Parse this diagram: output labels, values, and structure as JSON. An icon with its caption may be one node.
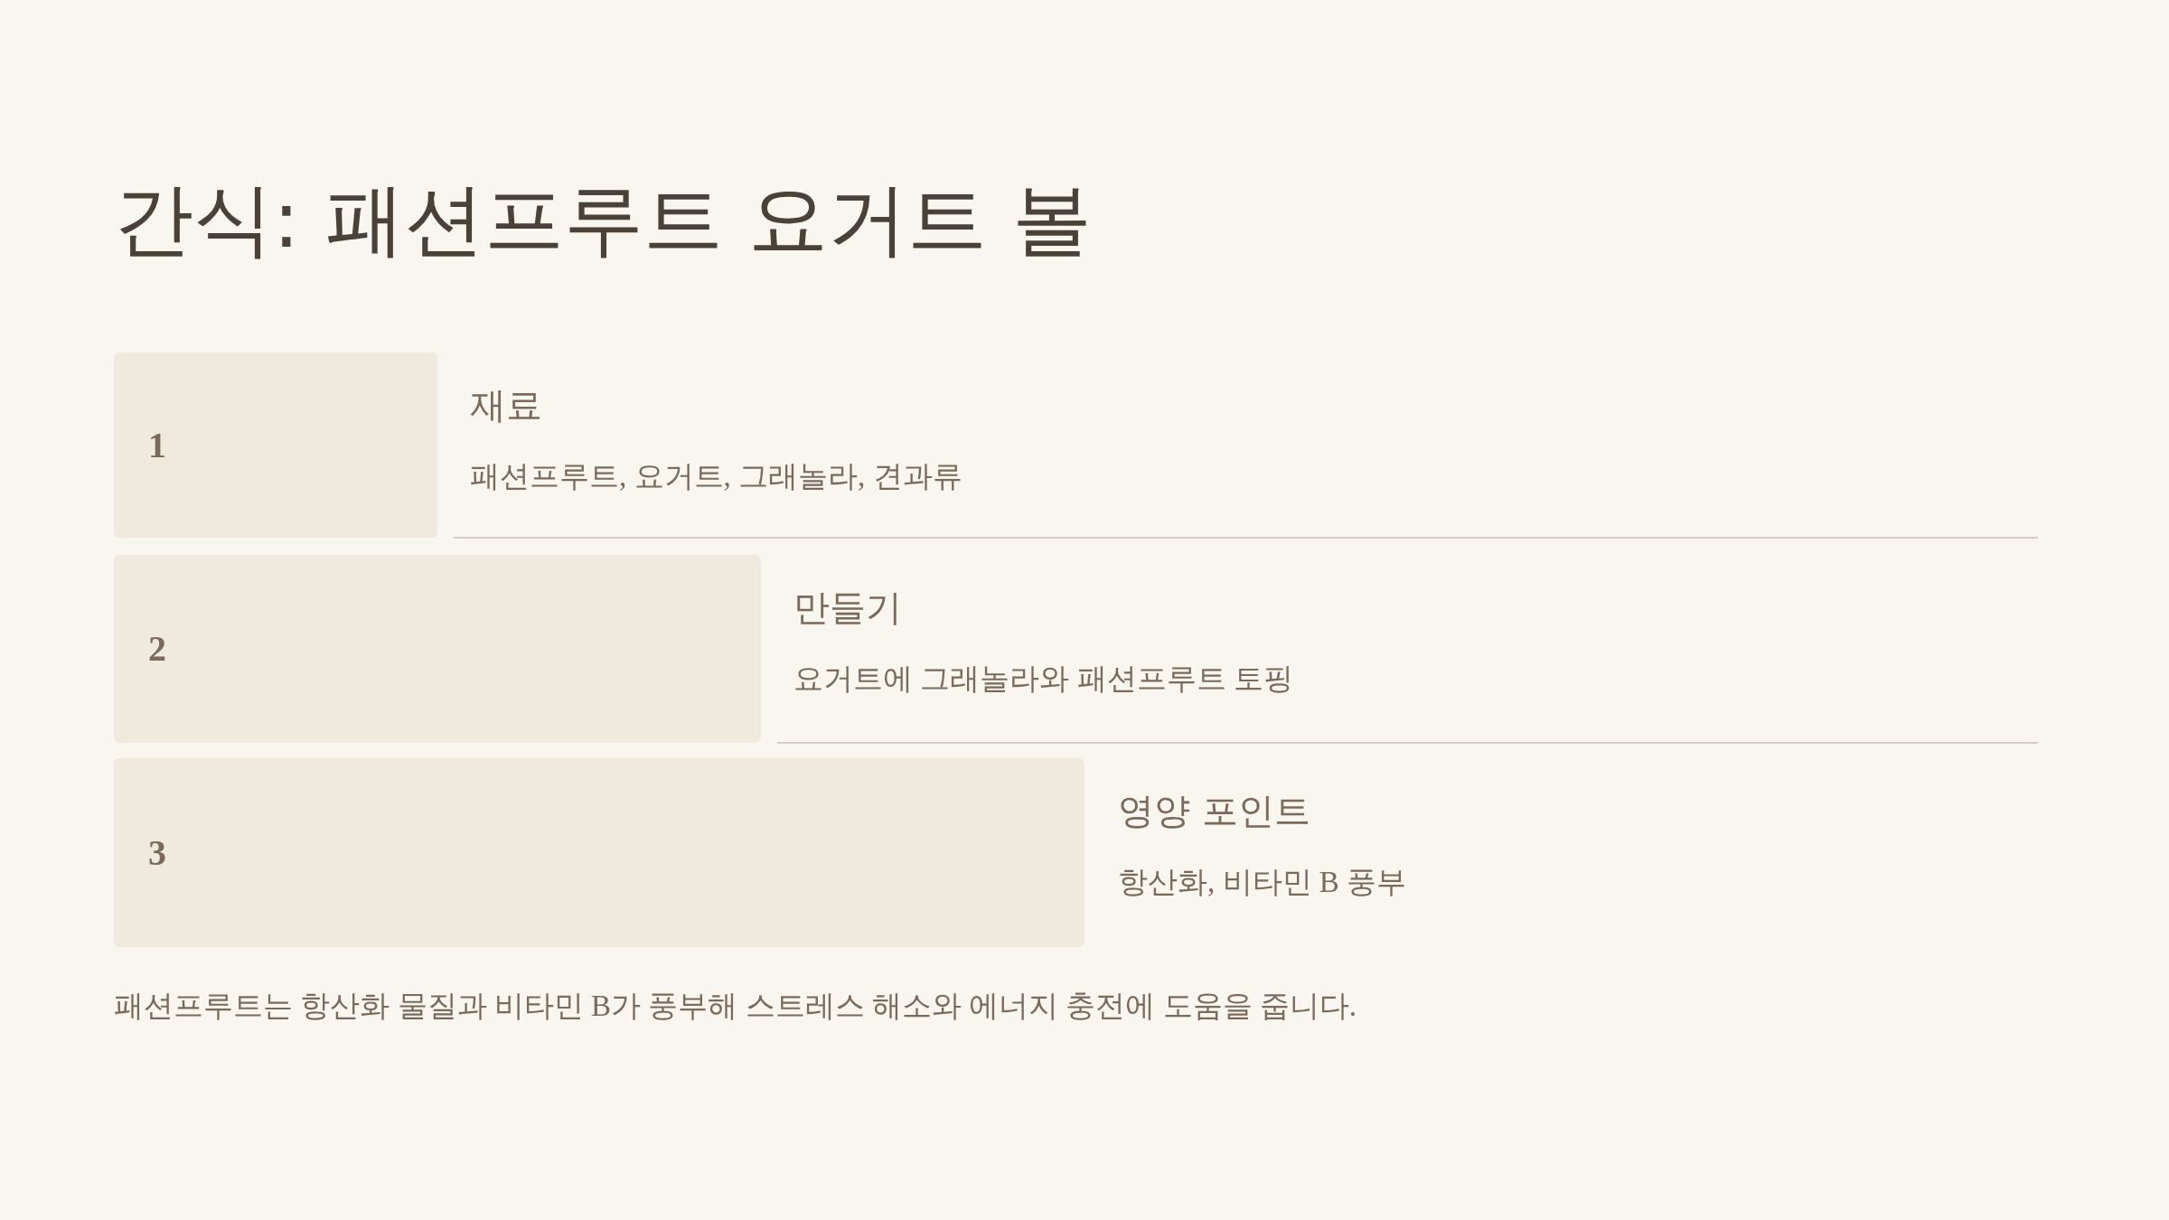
{
  "diagram": {
    "title": "간식: 패션프루트 요거트 볼",
    "nodes": [
      {
        "text": [
          "1"
        ],
        "beside": [
          "재료",
          "패션프루트, 요거트, 그래놀라, 견과류"
        ]
      },
      {
        "text": [
          "2"
        ],
        "beside": [
          "만들기",
          "요거트에 그래놀라와 패션프루트 토핑"
        ]
      },
      {
        "text": [
          "3"
        ],
        "beside": [
          "영양 포인트",
          "항산화, 비타민 B 풍부"
        ]
      }
    ],
    "caption": "패션프루트는 항산화 물질과 비타민 B가 풍부해 스트레스 해소와 에너지 충전에 도움을 줍니다."
  }
}
